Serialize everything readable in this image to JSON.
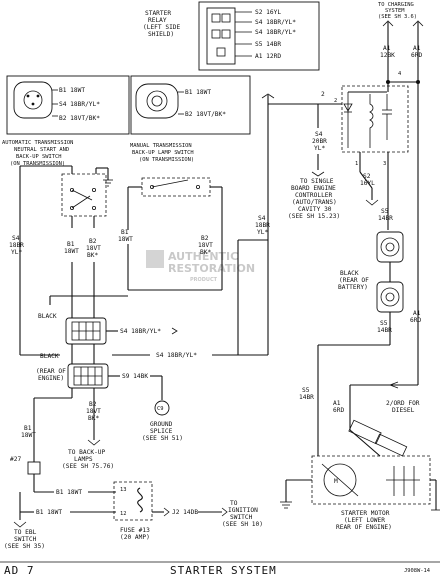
{
  "labels": {
    "starter_relay": [
      "STARTER",
      "RELAY",
      "(LEFT SIDE",
      "SHIELD)"
    ],
    "relay_pin_s2": "S2 16YL",
    "relay_pin_s4a": "S4 18BR/YL*",
    "relay_pin_s4b": "S4 18BR/YL*",
    "relay_pin_s5": "S5 14BR",
    "relay_pin_a1": "A1 12RD",
    "to_charging": [
      "TO CHARGING",
      "SYSTEM",
      "(SEE SH 3.6)"
    ],
    "a1_12bk": [
      "A1",
      "12BK"
    ],
    "a1_6rd_top": [
      "A1",
      "6RD"
    ],
    "auto_b1": "B1 18WT",
    "auto_s4": "S4 18BR/YL*",
    "auto_b2": "B2 18VT/BK*",
    "man_b1": "B1 18WT",
    "man_b2": "B2 18VT/BK*",
    "auto_switch": [
      "AUTOMATIC TRANSMISSION",
      "NEUTRAL START AND",
      "BACK-UP SWITCH",
      "(ON TRANSMISSION)"
    ],
    "man_switch": [
      "MANUAL TRANSMISSION",
      "BACK-UP LAMP SWITCH",
      "(ON TRANSMISSION)"
    ],
    "s4_20br": [
      "S4",
      "20BR",
      "YL*"
    ],
    "to_pcm": [
      "TO SINGLE",
      "BOARD ENGINE",
      "CONTROLLER",
      "(AUTO/TRANS)",
      "CAVITY 30",
      "(SEE SH 15.23)"
    ],
    "s2_16yl": [
      "S2",
      "16YL"
    ],
    "s5_14br_a": [
      "S5",
      "14BR"
    ],
    "s5_14br_b": [
      "S5",
      "14BR"
    ],
    "a1_6rd_mid": [
      "A1",
      "6RD"
    ],
    "black_battery": [
      "BLACK",
      "(REAR OF",
      "BATTERY)"
    ],
    "s4_18br_left": [
      "S4",
      "18BR",
      "YL*"
    ],
    "b1_18wt_a": [
      "B1",
      "18WT"
    ],
    "b2_18vt_a": [
      "B2",
      "18VT",
      "BK*"
    ],
    "b1_18wt_b": [
      "B1",
      "18WT"
    ],
    "b2_18vt_b": [
      "B2",
      "18VT",
      "BK*"
    ],
    "s4_18br_mid": [
      "S4",
      "18BR",
      "YL*"
    ],
    "black_conn1": "BLACK",
    "conn1_s4": "S4 18BR/YL*",
    "s4_18br_long": "S4 18BR/YL*",
    "black_engine": [
      "BLACK",
      "(REAR OF",
      "ENGINE)"
    ],
    "s9_14bk": "S9 14BK",
    "ground_splice": [
      "GROUND",
      "SPLICE",
      "(SEE SH 51)"
    ],
    "ground_c9": "C9",
    "b2_18vt_c": [
      "B2",
      "18VT",
      "BK*"
    ],
    "to_backup": [
      "TO BACK-UP",
      "LAMPS",
      "(SEE SH 75.76)"
    ],
    "b1_18wt_left": [
      "B1",
      "18WT"
    ],
    "splice_27": "#27",
    "b1_18wt_bottom": "B1 18WT",
    "b1_18wt_bottom2": "B1 18WT",
    "fuse_pins": [
      "13",
      "12"
    ],
    "fuse": [
      "FUSE #13",
      "(20 AMP)"
    ],
    "j2_14db": "J2 14DB",
    "to_ignition": [
      "TO",
      "IGNITION",
      "SWITCH",
      "(SEE SH 10)"
    ],
    "to_ebl": [
      "TO EBL",
      "SWITCH",
      "(SEE SH 35)"
    ],
    "s5_14br_c": [
      "S5",
      "14BR"
    ],
    "a1_6rd_low": [
      "A1",
      "6RD"
    ],
    "diesel": [
      "2/ORD FOR",
      "DIESEL"
    ],
    "starter_motor": [
      "STARTER MOTOR",
      "(LEFT LOWER",
      "REAR OF ENGINE)"
    ],
    "relay_pin_nums": [
      "1",
      "2",
      "3",
      "4"
    ],
    "page_left": "AD  7",
    "page_title": "STARTER SYSTEM",
    "page_code": "J908W-14"
  },
  "watermark": [
    "AUTHENTIC",
    "RESTORATION",
    "PRODUCT"
  ]
}
